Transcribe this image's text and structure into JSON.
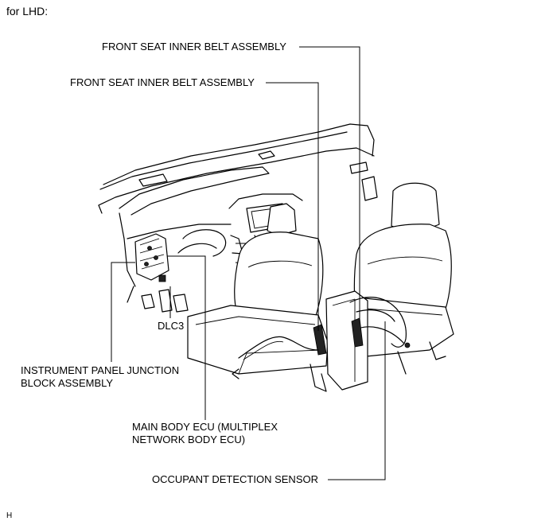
{
  "heading": "for LHD:",
  "labels": {
    "belt_upper": "FRONT SEAT INNER BELT ASSEMBLY",
    "belt_lower": "FRONT SEAT INNER BELT ASSEMBLY",
    "dlc3": "DLC3",
    "junction_line1": "INSTRUMENT PANEL JUNCTION",
    "junction_line2": "BLOCK ASSEMBLY",
    "main_ecu_line1": "MAIN BODY ECU (MULTIPLEX",
    "main_ecu_line2": "NETWORK BODY ECU)",
    "occupant": "OCCUPANT DETECTION SENSOR"
  },
  "corner_mark": "H"
}
